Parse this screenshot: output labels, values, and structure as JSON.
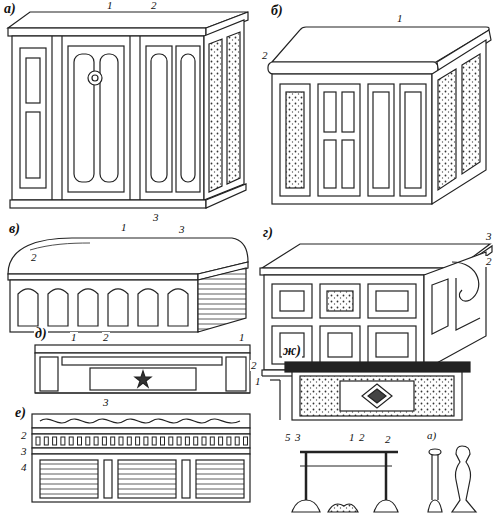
{
  "diagram": {
    "labels": [
      "а)",
      "1",
      "2",
      "3",
      "б)",
      "1",
      "2",
      "в)",
      "1",
      "2",
      "3",
      "г)",
      "3",
      "2",
      "2",
      "1",
      "д)",
      "1",
      "2",
      "1",
      "3",
      "е)",
      "2",
      "3",
      "4",
      "ж)",
      "5",
      "3",
      "1",
      "2",
      "2",
      "а)"
    ]
  }
}
